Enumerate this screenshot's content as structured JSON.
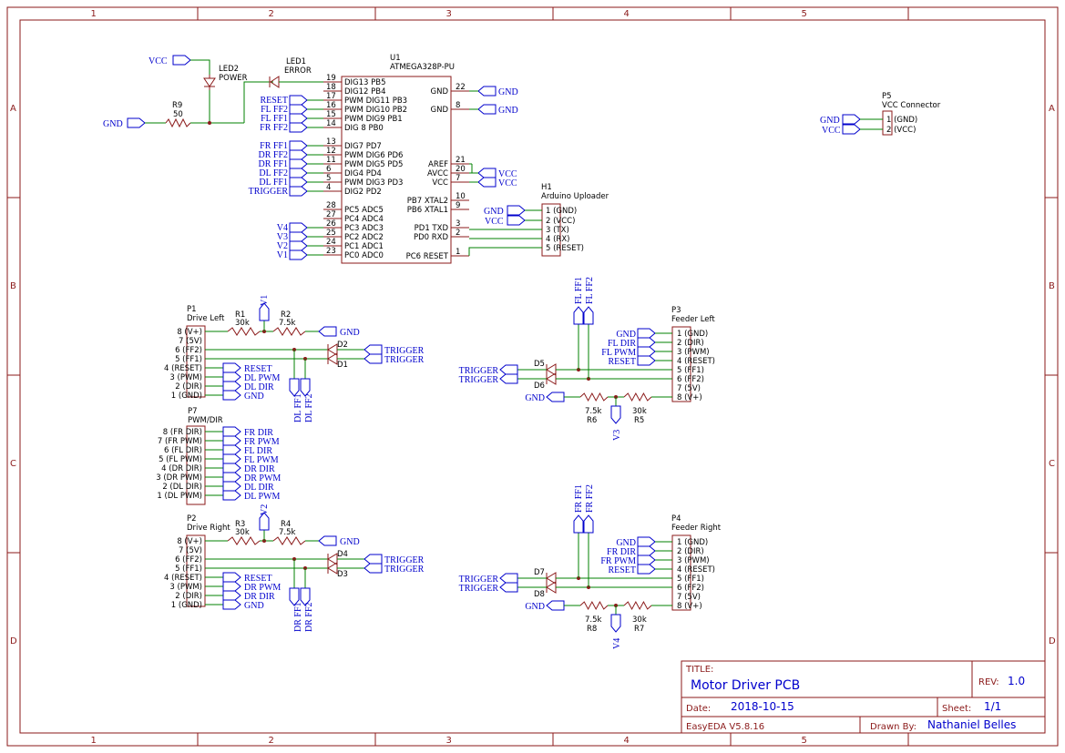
{
  "frame": {
    "columns": [
      "1",
      "2",
      "3",
      "4",
      "5"
    ],
    "rows": [
      "A",
      "B",
      "C",
      "D"
    ]
  },
  "title_block": {
    "title_label": "TITLE:",
    "title": "Motor Driver PCB",
    "rev_label": "REV:",
    "rev": "1.0",
    "date_label": "Date:",
    "date": "2018-10-15",
    "sheet_label": "Sheet:",
    "sheet": "1/1",
    "software": "EasyEDA V5.8.16",
    "drawn_label": "Drawn By:",
    "drawn_by": "Nathaniel Belles"
  },
  "u1": {
    "ref": "U1",
    "part": "ATMEGA328P-PU",
    "left_pins": [
      {
        "num": "19",
        "name": "DIG13 PB5"
      },
      {
        "num": "18",
        "name": "DIG12 PB4"
      },
      {
        "num": "17",
        "name": "PWM DIG11 PB3"
      },
      {
        "num": "16",
        "name": "PWM DIG10 PB2"
      },
      {
        "num": "15",
        "name": "PWM DIG9 PB1"
      },
      {
        "num": "14",
        "name": "DIG 8 PB0"
      },
      {
        "num": "13",
        "name": "DIG7 PD7"
      },
      {
        "num": "12",
        "name": "PWM DIG6 PD6"
      },
      {
        "num": "11",
        "name": "PWM DIG5 PD5"
      },
      {
        "num": "6",
        "name": "DIG4 PD4"
      },
      {
        "num": "5",
        "name": "PWM DIG3 PD3"
      },
      {
        "num": "4",
        "name": "DIG2 PD2"
      },
      {
        "num": "28",
        "name": "PC5 ADC5"
      },
      {
        "num": "27",
        "name": "PC4 ADC4"
      },
      {
        "num": "26",
        "name": "PC3 ADC3"
      },
      {
        "num": "25",
        "name": "PC2 ADC2"
      },
      {
        "num": "24",
        "name": "PC1 ADC1"
      },
      {
        "num": "23",
        "name": "PC0 ADC0"
      }
    ],
    "left_nets": [
      "RESET",
      "FL FF2",
      "FL FF1",
      "FR FF2",
      "FR FF1",
      "DR FF2",
      "DR FF1",
      "DL FF2",
      "DL FF1",
      "TRIGGER",
      "V4",
      "V3",
      "V2",
      "V1"
    ],
    "right_pins": [
      {
        "num": "22",
        "name": "GND"
      },
      {
        "num": "8",
        "name": "GND"
      },
      {
        "num": "21",
        "name": "AREF"
      },
      {
        "num": "20",
        "name": "AVCC"
      },
      {
        "num": "7",
        "name": "VCC"
      },
      {
        "num": "10",
        "name": "PB7 XTAL2"
      },
      {
        "num": "9",
        "name": "PB6 XTAL1"
      },
      {
        "num": "3",
        "name": "PD1 TXD"
      },
      {
        "num": "2",
        "name": "PD0 RXD"
      },
      {
        "num": "1",
        "name": "PC6 RESET"
      }
    ],
    "right_nets": [
      "GND",
      "GND",
      "VCC",
      "VCC"
    ]
  },
  "power": {
    "vcc": "VCC",
    "gnd": "GND",
    "led2_ref": "LED2",
    "led2_label": "POWER",
    "led1_ref": "LED1",
    "led1_label": "ERROR",
    "r9_ref": "R9",
    "r9_val": "50"
  },
  "p5": {
    "ref": "P5",
    "name": "VCC Connector",
    "pins": [
      "1 (GND)",
      "2 (VCC)"
    ],
    "nets": [
      "GND",
      "VCC"
    ]
  },
  "h1": {
    "ref": "H1",
    "name": "Arduino Uploader",
    "pins": [
      "1 (GND)",
      "2 (VCC)",
      "3 (TX)",
      "4 (RX)",
      "5 (RESET)"
    ],
    "nets": [
      "GND",
      "VCC"
    ]
  },
  "p1": {
    "ref": "P1",
    "name": "Drive Left",
    "pins": [
      "8 (V+)",
      "7 (5V)",
      "6 (FF2)",
      "5 (FF1)",
      "4 (RESET)",
      "3 (PWM)",
      "2 (DIR)",
      "1 (GND)"
    ],
    "nets": [
      "RESET",
      "DL PWM",
      "DL DIR",
      "GND"
    ],
    "r1_ref": "R1",
    "r1_val": "30k",
    "r2_ref": "R2",
    "r2_val": "7.5k",
    "vnet": "V1",
    "gnd": "GND",
    "d_top": "D2",
    "d_bot": "D1",
    "trig": [
      "TRIGGER",
      "TRIGGER"
    ],
    "ffnets": [
      "DL FF1",
      "DL FF2"
    ]
  },
  "p7": {
    "ref": "P7",
    "name": "PWM/DIR",
    "pins": [
      "8 (FR DIR)",
      "7 (FR PWM)",
      "6 (FL DIR)",
      "5 (FL PWM)",
      "4 (DR DIR)",
      "3 (DR PWM)",
      "2 (DL DIR)",
      "1 (DL PWM)"
    ],
    "nets": [
      "FR DIR",
      "FR PWM",
      "FL DIR",
      "FL PWM",
      "DR DIR",
      "DR PWM",
      "DL DIR",
      "DL PWM"
    ]
  },
  "p2": {
    "ref": "P2",
    "name": "Drive Right",
    "pins": [
      "8 (V+)",
      "7 (5V)",
      "6 (FF2)",
      "5 (FF1)",
      "4 (RESET)",
      "3 (PWM)",
      "2 (DIR)",
      "1 (GND)"
    ],
    "nets": [
      "RESET",
      "DR PWM",
      "DR DIR",
      "GND"
    ],
    "r1_ref": "R3",
    "r1_val": "30k",
    "r2_ref": "R4",
    "r2_val": "7.5k",
    "vnet": "V2",
    "gnd": "GND",
    "d_top": "D4",
    "d_bot": "D3",
    "trig": [
      "TRIGGER",
      "TRIGGER"
    ],
    "ffnets": [
      "DR FF1",
      "DR FF2"
    ]
  },
  "p3": {
    "ref": "P3",
    "name": "Feeder Left",
    "pins": [
      "1 (GND)",
      "2 (DIR)",
      "3 (PWM)",
      "4 (RESET)",
      "5 (FF1)",
      "6 (FF2)",
      "7 (5V)",
      "8 (V+)"
    ],
    "nets": [
      "GND",
      "FL DIR",
      "FL PWM",
      "RESET"
    ],
    "ffnets": [
      "FL FF1",
      "FL FF2"
    ],
    "d_top": "D5",
    "d_bot": "D6",
    "trig": [
      "TRIGGER",
      "TRIGGER"
    ],
    "gnd": "GND",
    "ra_ref": "R6",
    "ra_val": "7.5k",
    "rb_ref": "R5",
    "rb_val": "30k",
    "vnet": "V3"
  },
  "p4": {
    "ref": "P4",
    "name": "Feeder Right",
    "pins": [
      "1 (GND)",
      "2 (DIR)",
      "3 (PWM)",
      "4 (RESET)",
      "5 (FF1)",
      "6 (FF2)",
      "7 (5V)",
      "8 (V+)"
    ],
    "nets": [
      "GND",
      "FR DIR",
      "FR PWM",
      "RESET"
    ],
    "ffnets": [
      "FR FF1",
      "FR FF2"
    ],
    "d_top": "D7",
    "d_bot": "D8",
    "trig": [
      "TRIGGER",
      "TRIGGER"
    ],
    "gnd": "GND",
    "ra_ref": "R8",
    "ra_val": "7.5k",
    "rb_ref": "R7",
    "rb_val": "30k",
    "vnet": "V4"
  }
}
